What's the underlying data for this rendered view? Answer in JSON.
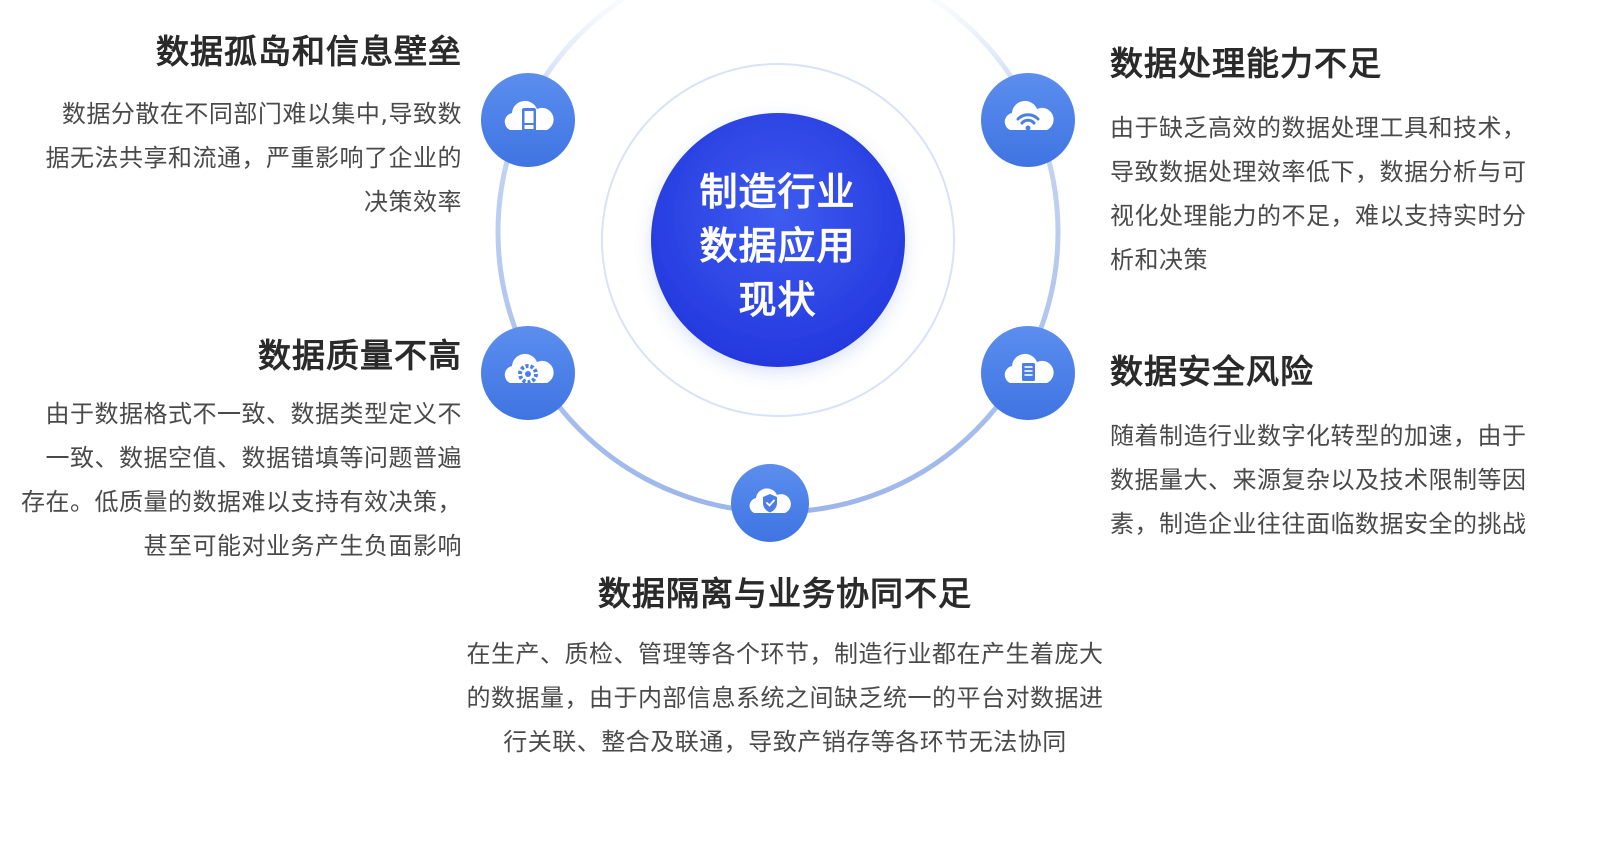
{
  "center": {
    "line1": "制造行业",
    "line2": "数据应用",
    "line3": "现状"
  },
  "colors": {
    "primary": "#2D47E6",
    "node": "#4A7FE8",
    "ring": "#A8C0EE",
    "text": "#2a2a2a"
  },
  "items": [
    {
      "id": "island",
      "icon": "cloud-phone-icon",
      "title": "数据孤岛和信息壁垒",
      "lines": [
        "数据分散在不同部门难以集中,导致数",
        "据无法共享和流通，严重影响了企业的",
        "决策效率"
      ]
    },
    {
      "id": "quality",
      "icon": "cloud-gear-icon",
      "title": "数据质量不高",
      "lines": [
        "由于数据格式不一致、数据类型定义不",
        "一致、数据空值、数据错填等问题普遍",
        "存在。低质量的数据难以支持有效决策，",
        "甚至可能对业务产生负面影响"
      ]
    },
    {
      "id": "process",
      "icon": "cloud-wifi-icon",
      "title": "数据处理能力不足",
      "lines": [
        "由于缺乏高效的数据处理工具和技术，",
        "导致数据处理效率低下，数据分析与可",
        "视化处理能力的不足，难以支持实时分",
        "析和决策"
      ]
    },
    {
      "id": "security",
      "icon": "cloud-document-icon",
      "title": "数据安全风险",
      "lines": [
        "随着制造行业数字化转型的加速，由于",
        "数据量大、来源复杂以及技术限制等因",
        "素，制造企业往往面临数据安全的挑战"
      ]
    },
    {
      "id": "collab",
      "icon": "cloud-shield-icon",
      "title": "数据隔离与业务协同不足",
      "lines": [
        "在生产、质检、管理等各个环节，制造行业都在产生着庞大",
        "的数据量，由于内部信息系统之间缺乏统一的平台对数据进",
        "行关联、整合及联通，导致产销存等各环节无法协同"
      ]
    }
  ]
}
